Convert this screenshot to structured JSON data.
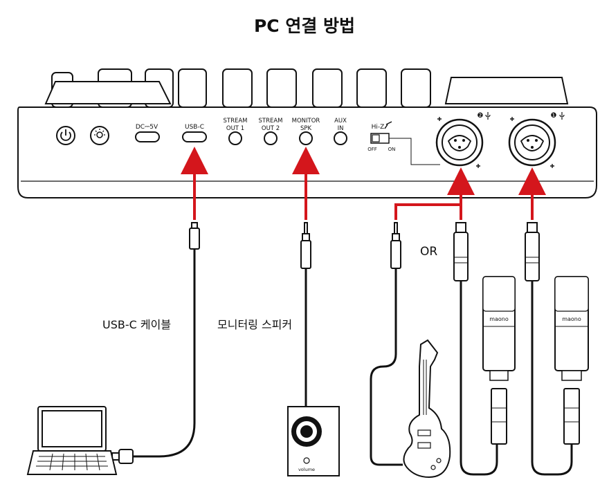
{
  "title": "PC 연결 방법",
  "panel": {
    "dc_label": "DC⎓5V",
    "usb_label": "USB-C",
    "stream1_label": [
      "STREAM",
      "OUT 1"
    ],
    "stream2_label": [
      "STREAM",
      "OUT 2"
    ],
    "monitor_label": [
      "MONITOR",
      "SPK"
    ],
    "aux_label": [
      "AUX",
      "IN"
    ],
    "hiz_label": "Hi-Z",
    "off_label": "OFF",
    "on_label": "ON",
    "input2_label": "❷",
    "input1_label": "❶"
  },
  "labels": {
    "usb_cable": "USB-C 케이블",
    "monitor_speaker": "모니터링 스피커",
    "or": "OR",
    "volume": "volume"
  },
  "mic_brand": "maono",
  "colors": {
    "arrow": "#d4161c",
    "line": "#111111",
    "panel": "#ffffff"
  }
}
